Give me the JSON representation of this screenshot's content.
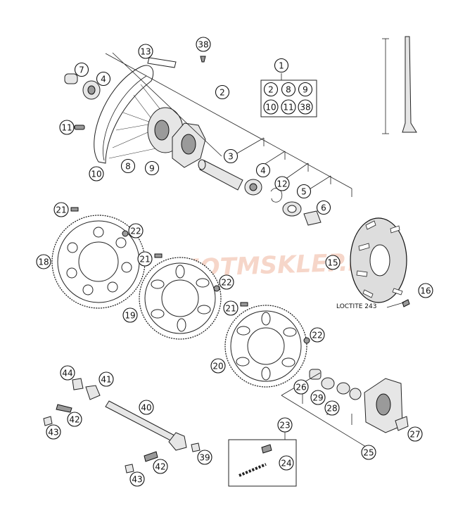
{
  "watermark": "MOTMSKLEP.PL",
  "note": {
    "loctite": "LOCTITE 243"
  },
  "callouts": [
    {
      "id": "c1",
      "label": "1"
    },
    {
      "id": "c2",
      "label": "2"
    },
    {
      "id": "c2b",
      "label": "2"
    },
    {
      "id": "c8b",
      "label": "8"
    },
    {
      "id": "c9b",
      "label": "9"
    },
    {
      "id": "c10b",
      "label": "10"
    },
    {
      "id": "c11b",
      "label": "11"
    },
    {
      "id": "c38b",
      "label": "38"
    },
    {
      "id": "c3",
      "label": "3"
    },
    {
      "id": "c4a",
      "label": "4"
    },
    {
      "id": "c4b",
      "label": "4"
    },
    {
      "id": "c5",
      "label": "5"
    },
    {
      "id": "c6",
      "label": "6"
    },
    {
      "id": "c7",
      "label": "7"
    },
    {
      "id": "c8",
      "label": "8"
    },
    {
      "id": "c9",
      "label": "9"
    },
    {
      "id": "c10",
      "label": "10"
    },
    {
      "id": "c11",
      "label": "11"
    },
    {
      "id": "c12",
      "label": "12"
    },
    {
      "id": "c13",
      "label": "13"
    },
    {
      "id": "c15",
      "label": "15"
    },
    {
      "id": "c16",
      "label": "16"
    },
    {
      "id": "c18",
      "label": "18"
    },
    {
      "id": "c19",
      "label": "19"
    },
    {
      "id": "c20",
      "label": "20"
    },
    {
      "id": "c21a",
      "label": "21"
    },
    {
      "id": "c21b",
      "label": "21"
    },
    {
      "id": "c21c",
      "label": "21"
    },
    {
      "id": "c22a",
      "label": "22"
    },
    {
      "id": "c22b",
      "label": "22"
    },
    {
      "id": "c22c",
      "label": "22"
    },
    {
      "id": "c23",
      "label": "23"
    },
    {
      "id": "c24",
      "label": "24"
    },
    {
      "id": "c25",
      "label": "25"
    },
    {
      "id": "c26",
      "label": "26"
    },
    {
      "id": "c27",
      "label": "27"
    },
    {
      "id": "c28",
      "label": "28"
    },
    {
      "id": "c29",
      "label": "29"
    },
    {
      "id": "c38",
      "label": "38"
    },
    {
      "id": "c39",
      "label": "39"
    },
    {
      "id": "c40",
      "label": "40"
    },
    {
      "id": "c41",
      "label": "41"
    },
    {
      "id": "c42a",
      "label": "42"
    },
    {
      "id": "c42b",
      "label": "42"
    },
    {
      "id": "c43a",
      "label": "43"
    },
    {
      "id": "c43b",
      "label": "43"
    },
    {
      "id": "c44",
      "label": "44"
    }
  ]
}
